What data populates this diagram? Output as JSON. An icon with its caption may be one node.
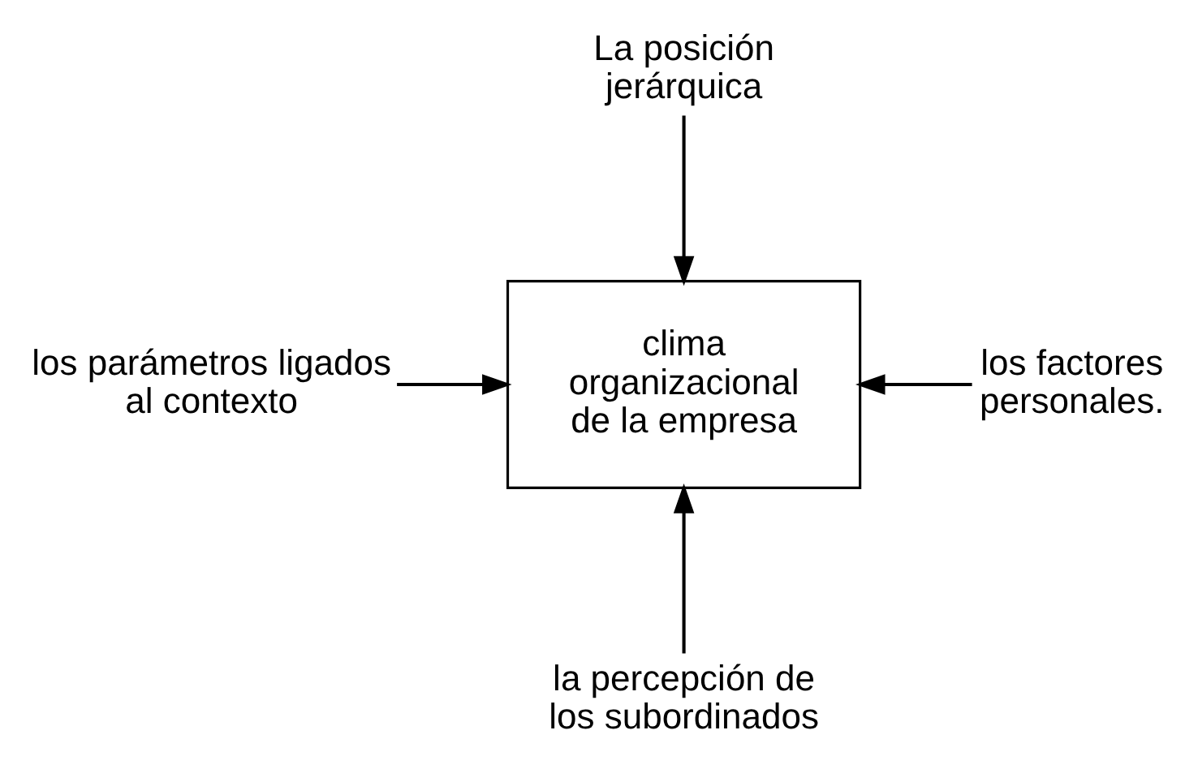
{
  "diagram": {
    "nodes": [
      {
        "text": [
          "La posición jerárquica"
        ]
      },
      {
        "text": [
          "los parámetros ligados al contexto"
        ]
      },
      {
        "text": [
          "clima organizacional de la empresa"
        ]
      },
      {
        "text": [
          "los factores personales."
        ]
      },
      {
        "text": [
          "la percepción de los subordinados"
        ]
      }
    ],
    "edges": [
      {
        "from": 0,
        "to": 2,
        "arrow": "to"
      },
      {
        "from": 1,
        "to": 2,
        "arrow": "to"
      },
      {
        "from": 3,
        "to": 2,
        "arrow": "to"
      },
      {
        "from": 4,
        "to": 2,
        "arrow": "to"
      }
    ]
  }
}
